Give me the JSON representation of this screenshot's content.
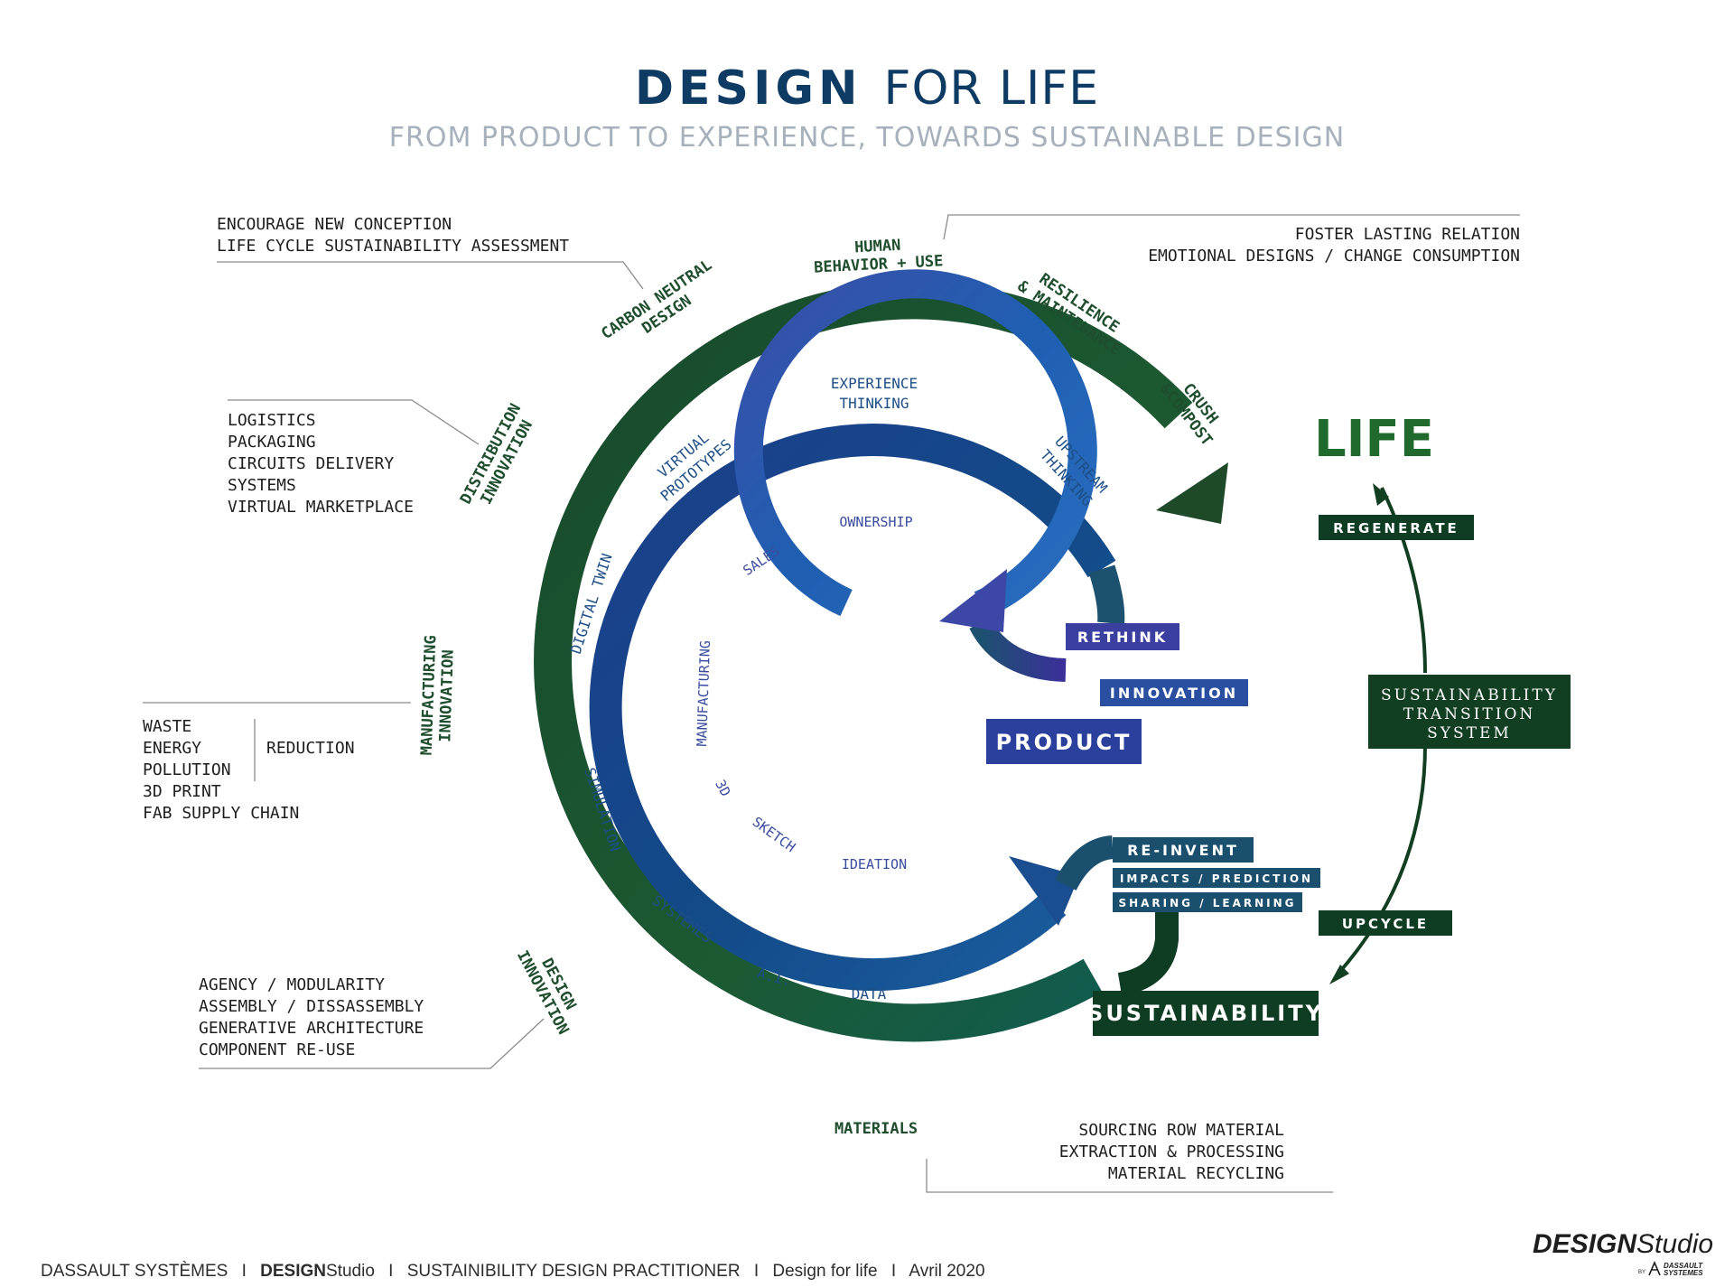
{
  "header": {
    "title_bold": "DESIGN",
    "title_light": "FOR LIFE",
    "subtitle": "FROM PRODUCT TO EXPERIENCE, TOWARDS SUSTAINABLE DESIGN"
  },
  "outer_ring": {
    "carbon_neutral": [
      "CARBON NEUTRAL",
      "DESIGN"
    ],
    "human_behavior": [
      "HUMAN",
      "BEHAVIOR + USE"
    ],
    "resilience": [
      "RESILIENCE",
      "& MAINTENANCE"
    ],
    "crush_compost": [
      "CRUSH",
      "&COMPOST"
    ],
    "distribution": [
      "DISTRIBUTION",
      "INNOVATION"
    ],
    "manufacturing": [
      "MANUFACTURING",
      "INNOVATION"
    ],
    "design": [
      "DESIGN",
      "INNOVATION"
    ],
    "materials": "MATERIALS"
  },
  "middle_ring": {
    "experience": [
      "EXPERIENCE",
      "THINKING"
    ],
    "virtual_prototypes": [
      "VIRTUAL",
      "PROTOTYPES"
    ],
    "upstream": [
      "UPSTREAM",
      "THINKING"
    ],
    "digital_twin": "DIGITAL TWIN",
    "simulation": "SIMULATION",
    "systemes": "SYSTEMES",
    "ai": "A.I.",
    "data": "DATA"
  },
  "inner_ring": {
    "ownership": "OWNERSHIP",
    "sales": "SALES",
    "manufacturing": "MANUFACTURING",
    "three_d": "3D",
    "sketch": "SKETCH",
    "ideation": "IDEATION"
  },
  "notes": {
    "top_left": [
      "ENCOURAGE NEW CONCEPTION",
      "LIFE CYCLE SUSTAINABILITY ASSESSMENT"
    ],
    "top_right": [
      "FOSTER LASTING RELATION",
      "EMOTIONAL DESIGNS / CHANGE CONSUMPTION"
    ],
    "logistics": [
      "LOGISTICS",
      "PACKAGING",
      "CIRCUITS DELIVERY",
      "SYSTEMS",
      "VIRTUAL MARKETPLACE"
    ],
    "waste": [
      "WASTE",
      "ENERGY",
      "POLLUTION",
      "3D PRINT",
      "FAB SUPPLY CHAIN"
    ],
    "reduction": "REDUCTION",
    "agency": [
      "AGENCY / MODULARITY",
      "ASSEMBLY / DISSASSEMBLY",
      "GENERATIVE ARCHITECTURE",
      "COMPONENT RE-USE"
    ],
    "sourcing": [
      "SOURCING ROW MATERIAL",
      "EXTRACTION & PROCESSING",
      "MATERIAL RECYCLING"
    ]
  },
  "boxes": {
    "rethink": "RETHINK",
    "innovation": "INNOVATION",
    "product": "PRODUCT",
    "reinvent": "RE-INVENT",
    "impacts": "IMPACTS / PREDICTION",
    "sharing": "SHARING / LEARNING",
    "sustainability": "SUSTAINABILITY",
    "life": "LIFE",
    "regenerate": "REGENERATE",
    "upcycle": "UPCYCLE",
    "transition": [
      "SUSTAINABILITY",
      "TRANSITION",
      "SYSTEM"
    ]
  },
  "footer": {
    "company": "DASSAULT SYSTÈMES",
    "design_bold": "DESIGN",
    "design_light": "Studio",
    "role": "SUSTAINIBILITY DESIGN PRACTITIONER",
    "topic": "Design for life",
    "date": "Avril 2020",
    "separator": "I"
  },
  "logo": {
    "bold": "DESIGN",
    "light": "Studio",
    "by": "BY",
    "brand": [
      "DASSAULT",
      "SYSTEMES"
    ]
  },
  "colors": {
    "outer_green": "#1c5a33",
    "dark_green": "#0f3d24",
    "middle_blue": "#1a4a8c",
    "inner_blue": "#2a62b0",
    "indigo": "#3a3fa0",
    "title_navy": "#0d3b63"
  }
}
